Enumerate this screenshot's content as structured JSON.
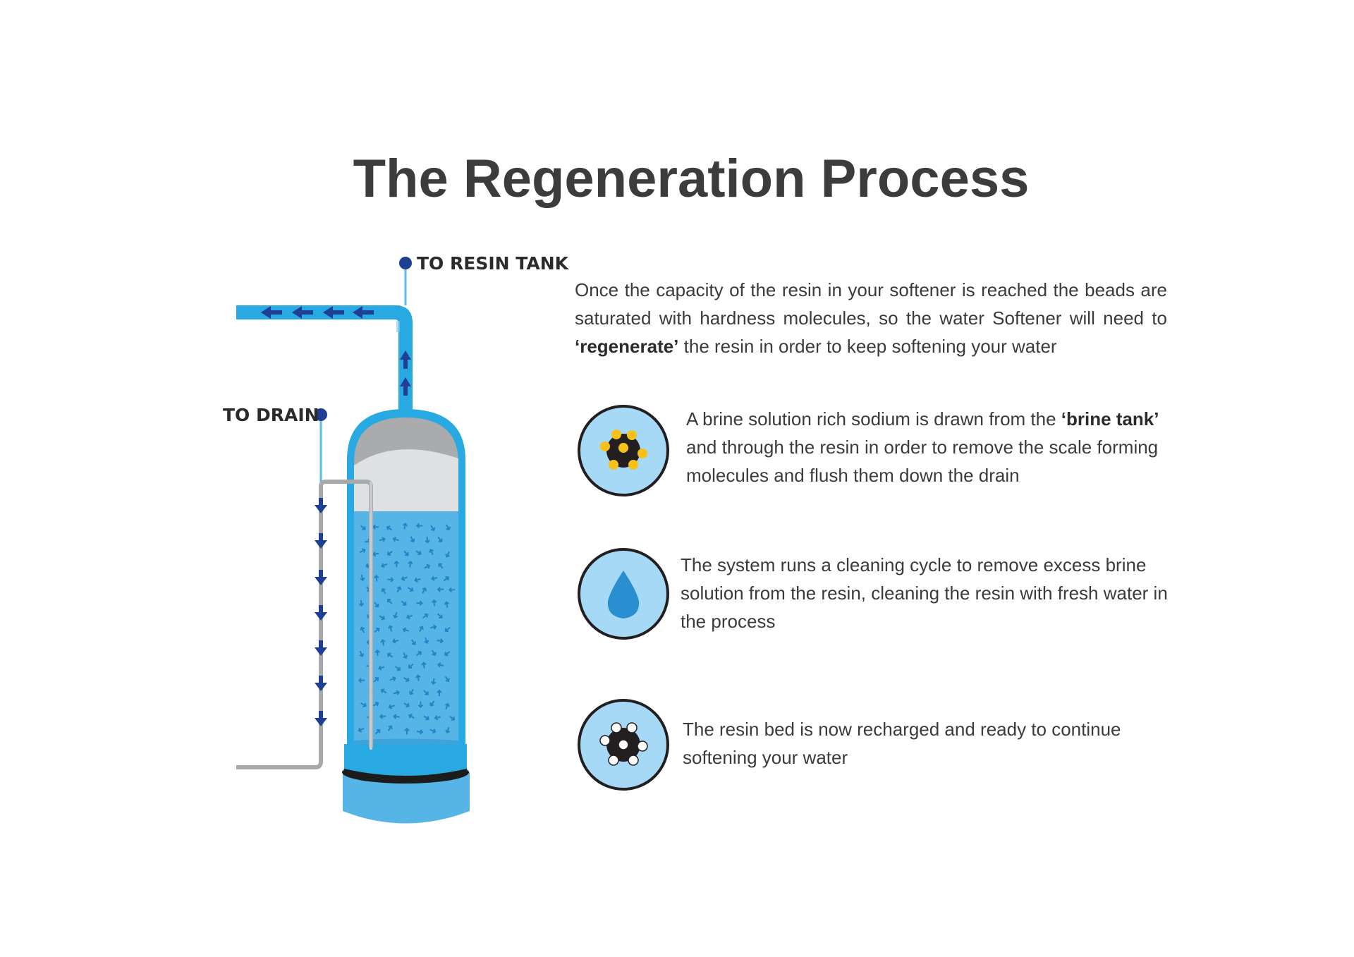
{
  "title": "The Regeneration Process",
  "labels": {
    "to_resin_tank": "TO RESIN  TANK",
    "to_drain": "TO DRAIN"
  },
  "intro": {
    "text": "Once the capacity of the resin in your softener is reached the beads are saturated with hardness molecules, so the water Softener will need to ",
    "bold": "‘regenerate’",
    "after": " the resin in order to keep softening your water"
  },
  "steps": [
    {
      "icon": "resin-bead-saturated-icon",
      "text_before": "A brine solution rich sodium is drawn from the ",
      "bold": "‘brine tank’",
      "text_after": " and through the resin in order to remove the scale forming molecules and flush them down the drain"
    },
    {
      "icon": "water-drop-icon",
      "text": "The system runs a cleaning cycle to remove excess brine solution from the resin, cleaning the resin with fresh water in the process"
    },
    {
      "icon": "resin-bead-recharged-icon",
      "text": "The resin bed is now recharged and ready to continue softening  your water"
    }
  ],
  "colors": {
    "pipe_blue": "#29a9e1",
    "tank_blue": "#56b4e6",
    "tank_light": "#8dcdf0",
    "arrow_dark_blue": "#1e3f94",
    "icon_fill": "#a6d9f5",
    "bead_yellow": "#f7c11a",
    "bead_dark": "#231f20",
    "grey_pipe": "#a7a9ac",
    "title_color": "#3c3c3c"
  }
}
